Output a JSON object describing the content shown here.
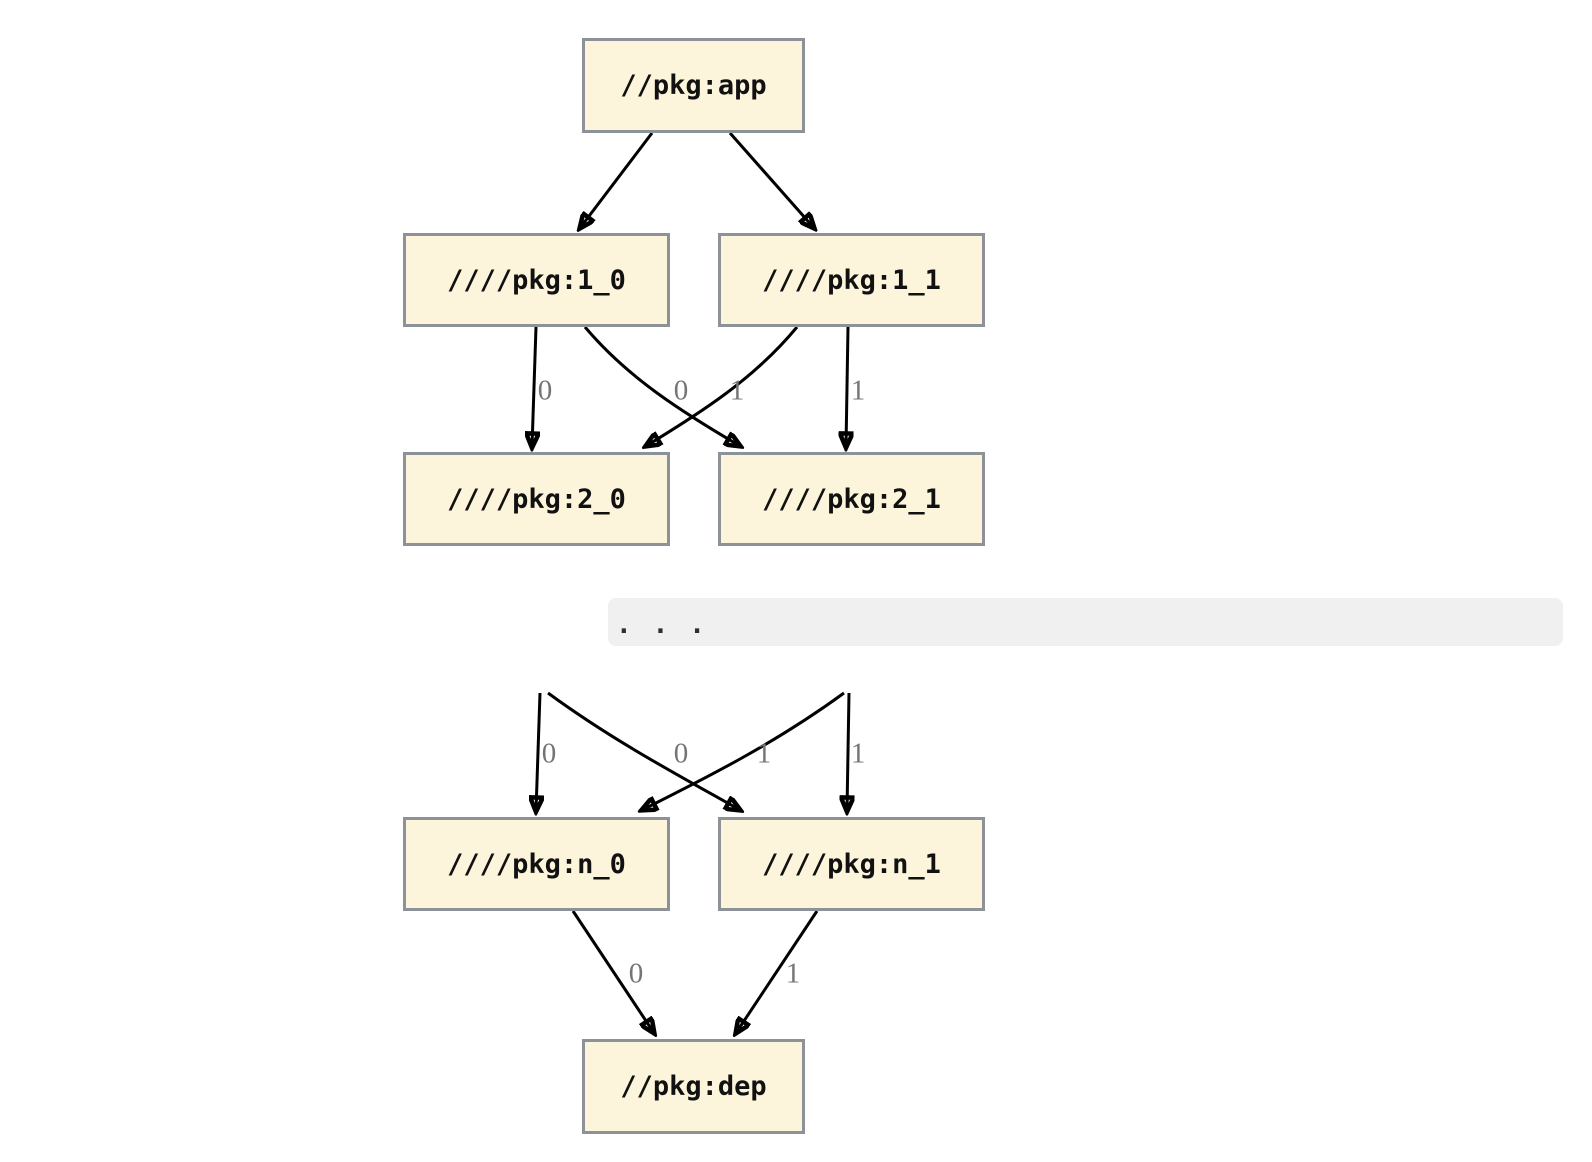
{
  "diagram": {
    "kind": "dependency-graph",
    "colors": {
      "background": "#ffffff",
      "node_fill": "#fcf5dc",
      "node_border": "#8c9298",
      "node_text": "#111111",
      "edge": "#000000",
      "edge_label": "#757575",
      "band_bg": "#f0f0f0",
      "band_text": "#2f2f2f"
    },
    "nodes": {
      "app": {
        "label": "//pkg:app"
      },
      "l1_0": {
        "label": "////pkg:1_0"
      },
      "l1_1": {
        "label": "////pkg:1_1"
      },
      "l2_0": {
        "label": "////pkg:2_0"
      },
      "l2_1": {
        "label": "////pkg:2_1"
      },
      "ln_0": {
        "label": "////pkg:n_0"
      },
      "ln_1": {
        "label": "////pkg:n_1"
      },
      "dep": {
        "label": "//pkg:dep"
      }
    },
    "edges": [
      {
        "from": "//pkg:app",
        "to": "////pkg:1_0",
        "label": ""
      },
      {
        "from": "//pkg:app",
        "to": "////pkg:1_1",
        "label": ""
      },
      {
        "from": "////pkg:1_0",
        "to": "////pkg:2_0",
        "label": "0"
      },
      {
        "from": "////pkg:1_1",
        "to": "////pkg:2_0",
        "label": "0"
      },
      {
        "from": "////pkg:1_0",
        "to": "////pkg:2_1",
        "label": "1"
      },
      {
        "from": "////pkg:1_1",
        "to": "////pkg:2_1",
        "label": "1"
      },
      {
        "from": "...",
        "to": "////pkg:n_0",
        "label": "0"
      },
      {
        "from": "...",
        "to": "////pkg:n_1",
        "label": "1"
      },
      {
        "from": "...",
        "to": "////pkg:n_0",
        "label": "0"
      },
      {
        "from": "...",
        "to": "////pkg:n_1",
        "label": "1"
      },
      {
        "from": "////pkg:n_0",
        "to": "//pkg:dep",
        "label": "0"
      },
      {
        "from": "////pkg:n_1",
        "to": "//pkg:dep",
        "label": "1"
      }
    ],
    "ellipsis_band": {
      "text": "..."
    }
  }
}
